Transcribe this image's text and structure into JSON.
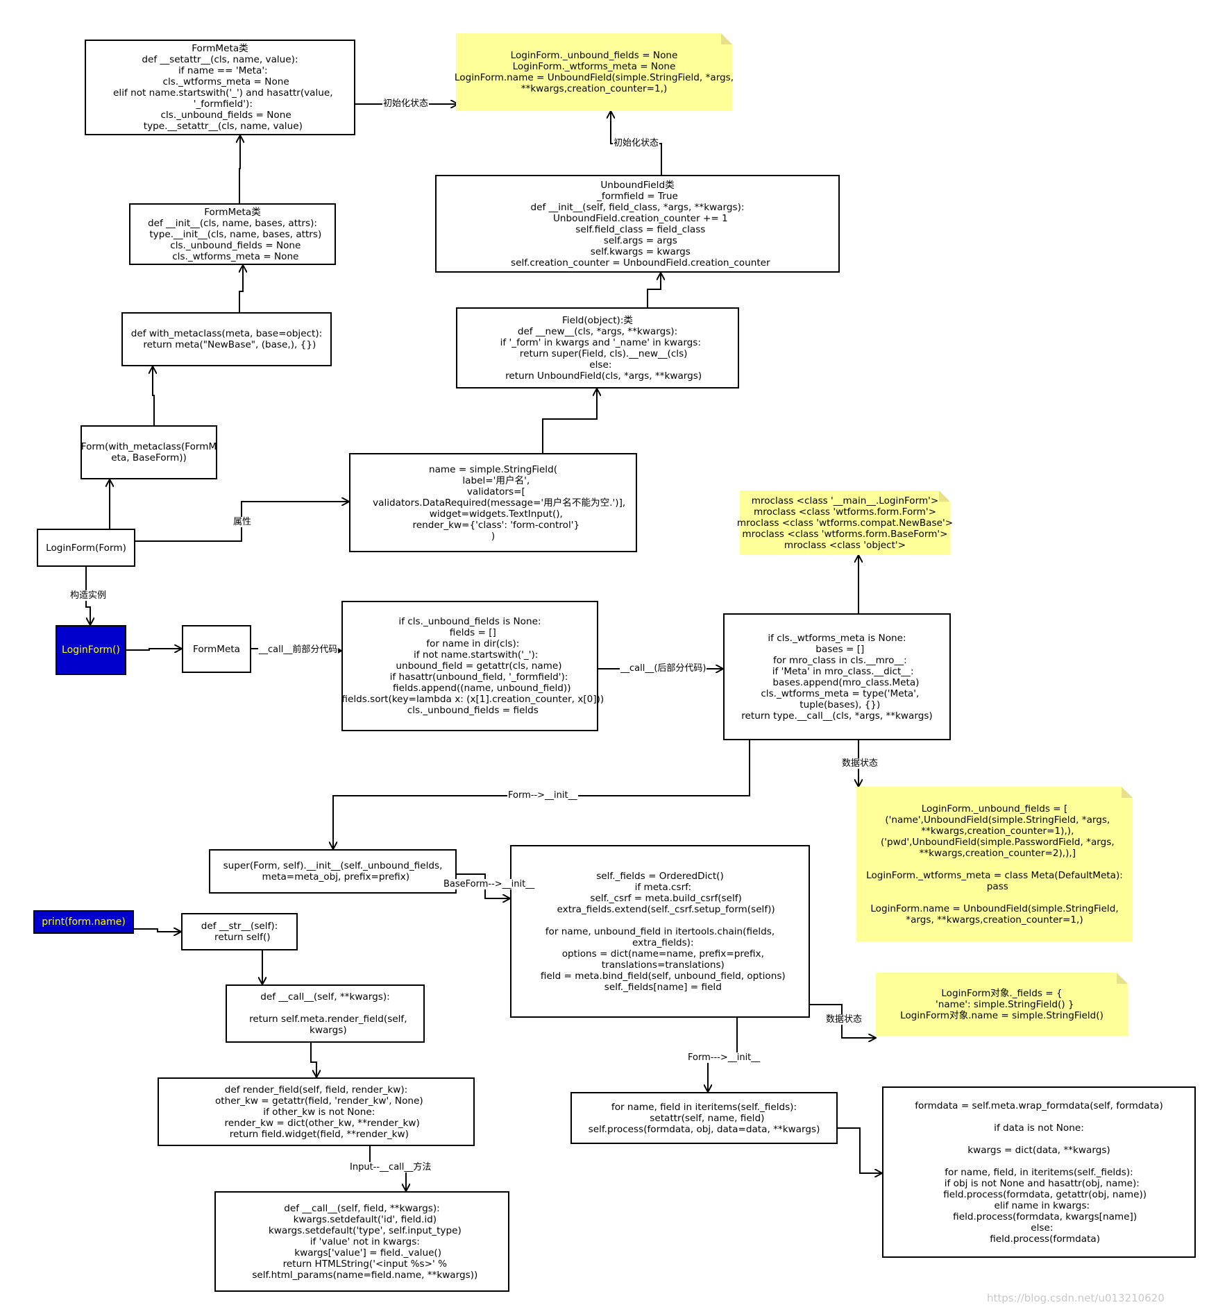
{
  "boxes": {
    "formmeta_setattr": "FormMeta类\ndef __setattr__(cls, name, value):\n  if name == 'Meta':\n    cls._wtforms_meta = None\n  elif not name.startswith('_') and hasattr(value,\n  '_formfield'):\n    cls._unbound_fields = None\n  type.__setattr__(cls, name, value)",
    "formmeta_init": "FormMeta类\ndef __init__(cls, name, bases, attrs):\n  type.__init__(cls, name, bases, attrs)\n  cls._unbound_fields = None\n  cls._wtforms_meta = None",
    "with_metaclass": "def with_metaclass(meta, base=object):\n  return meta(\"NewBase\", (base,), {})",
    "form_with_metaclass": "Form(with_metaclass(FormM\neta, BaseForm))",
    "loginform_class": "LoginForm(Form)",
    "unboundfield_class": "UnboundField类\n_formfield = True\ndef __init__(self, field_class, *args, **kwargs):\n  UnboundField.creation_counter += 1\n  self.field_class = field_class\n  self.args = args\n  self.kwargs = kwargs\n  self.creation_counter = UnboundField.creation_counter",
    "field_class": "Field(object):类\ndef __new__(cls, *args, **kwargs):\n  if '_form' in kwargs and '_name' in kwargs:\n    return super(Field, cls).__new__(cls)\n  else:\n    return UnboundField(cls, *args, **kwargs)",
    "name_stringfield": "name = simple.StringField(\n  label='用户名',\n  validators=[\n    validators.DataRequired(message='用户名不能为空.')],\n  widget=widgets.TextInput(),\n  render_kw={'class': 'form-control'}\n)",
    "formmeta_small": "FormMeta",
    "call_front": "if cls._unbound_fields is None:\n  fields = []\n  for name in dir(cls):\n    if not name.startswith('_'):\n      unbound_field = getattr(cls, name)\n      if hasattr(unbound_field, '_formfield'):\n        fields.append((name, unbound_field))\n  fields.sort(key=lambda x: (x[1].creation_counter, x[0]))\n  cls._unbound_fields = fields",
    "call_back": "if cls._wtforms_meta is None:\n  bases = []\n  for mro_class in cls.__mro__:\n    if 'Meta' in mro_class.__dict__:\n      bases.append(mro_class.Meta)\n  cls._wtforms_meta = type('Meta',\n  tuple(bases), {})\nreturn type.__call__(cls, *args, **kwargs)",
    "super_init": "super(Form, self).__init__(self._unbound_fields,\n  meta=meta_obj, prefix=prefix)",
    "baseform_init": "self._fields = OrderedDict()\n  if meta.csrf:\n    self._csrf = meta.build_csrf(self)\n    extra_fields.extend(self._csrf.setup_form(self))\n\nfor name, unbound_field in itertools.chain(fields,\n  extra_fields):\n  options = dict(name=name, prefix=prefix,\n  translations=translations)\n  field = meta.bind_field(self, unbound_field, options)\n  self._fields[name] = field",
    "def_str": "def __str__(self):\n  return self()",
    "def_call": "def __call__(self, **kwargs):\n\n  return self.meta.render_field(self,\n  kwargs)",
    "render_field": "def render_field(self, field, render_kw):\n  other_kw = getattr(field, 'render_kw', None)\n  if other_kw is not None:\n    render_kw = dict(other_kw, **render_kw)\n  return field.widget(field, **render_kw)",
    "input_call": "def __call__(self, field, **kwargs):\n  kwargs.setdefault('id', field.id)\n  kwargs.setdefault('type', self.input_type)\n  if 'value' not in kwargs:\n    kwargs['value'] = field._value()\n  return HTMLString('<input %s>' %\n  self.html_params(name=field.name, **kwargs))",
    "iteritems_setattr": "for name, field in iteritems(self._fields):\n  setattr(self, name, field)\nself.process(formdata, obj, data=data, **kwargs)",
    "process": "formdata = self.meta.wrap_formdata(self, formdata)\n\nif data is not None:\n\nkwargs = dict(data, **kwargs)\n\nfor name, field, in iteritems(self._fields):\n  if obj is not None and hasattr(obj, name):\n    field.process(formdata, getattr(obj, name))\n  elif name in kwargs:\n    field.process(formdata, kwargs[name])\n  else:\n    field.process(formdata)"
  },
  "notes": {
    "init_state": "LoginForm._unbound_fields = None\nLoginForm._wtforms_meta = None\nLoginForm.name = UnboundField(simple.StringField, *args,\n**kwargs,creation_counter=1,)",
    "mro": "mroclass <class '__main__.LoginForm'>\nmroclass <class 'wtforms.form.Form'>\nmroclass <class 'wtforms.compat.NewBase'>\nmroclass <class 'wtforms.form.BaseForm'>\nmroclass <class 'object'>",
    "data_state": "LoginForm._unbound_fields = [\n  ('name',UnboundField(simple.StringField, *args,\n  **kwargs,creation_counter=1),),\n  ('pwd',UnboundField(simple.PasswordField, *args,\n  **kwargs,creation_counter=2),),]\n\nLoginForm._wtforms_meta = class Meta(DefaultMeta):\n  pass\n\nLoginForm.name = UnboundField(simple.StringField,\n*args, **kwargs,creation_counter=1,)",
    "object_fields": "LoginForm对象._fields = {\n  'name': simple.StringField() }\nLoginForm对象.name = simple.StringField()"
  },
  "blue_boxes": {
    "loginform_call": "LoginForm()",
    "print_form": "print(form.name)"
  },
  "labels": {
    "init_state_1": "初始化状态",
    "init_state_2": "初始化状态",
    "attribute": "属性",
    "construct_instance": "构造实例",
    "call_front": "__call__前部分代码",
    "call_back": "__call__(后部分代码)",
    "form_init": "Form-->__init__",
    "baseform_init": "BaseForm-->__init__",
    "data_state_1": "数据状态",
    "data_state_2": "数据状态",
    "form_init_2": "Form--->__init__",
    "input_call": "Input--__call__方法"
  },
  "watermark": "https://blog.csdn.net/u013210620"
}
